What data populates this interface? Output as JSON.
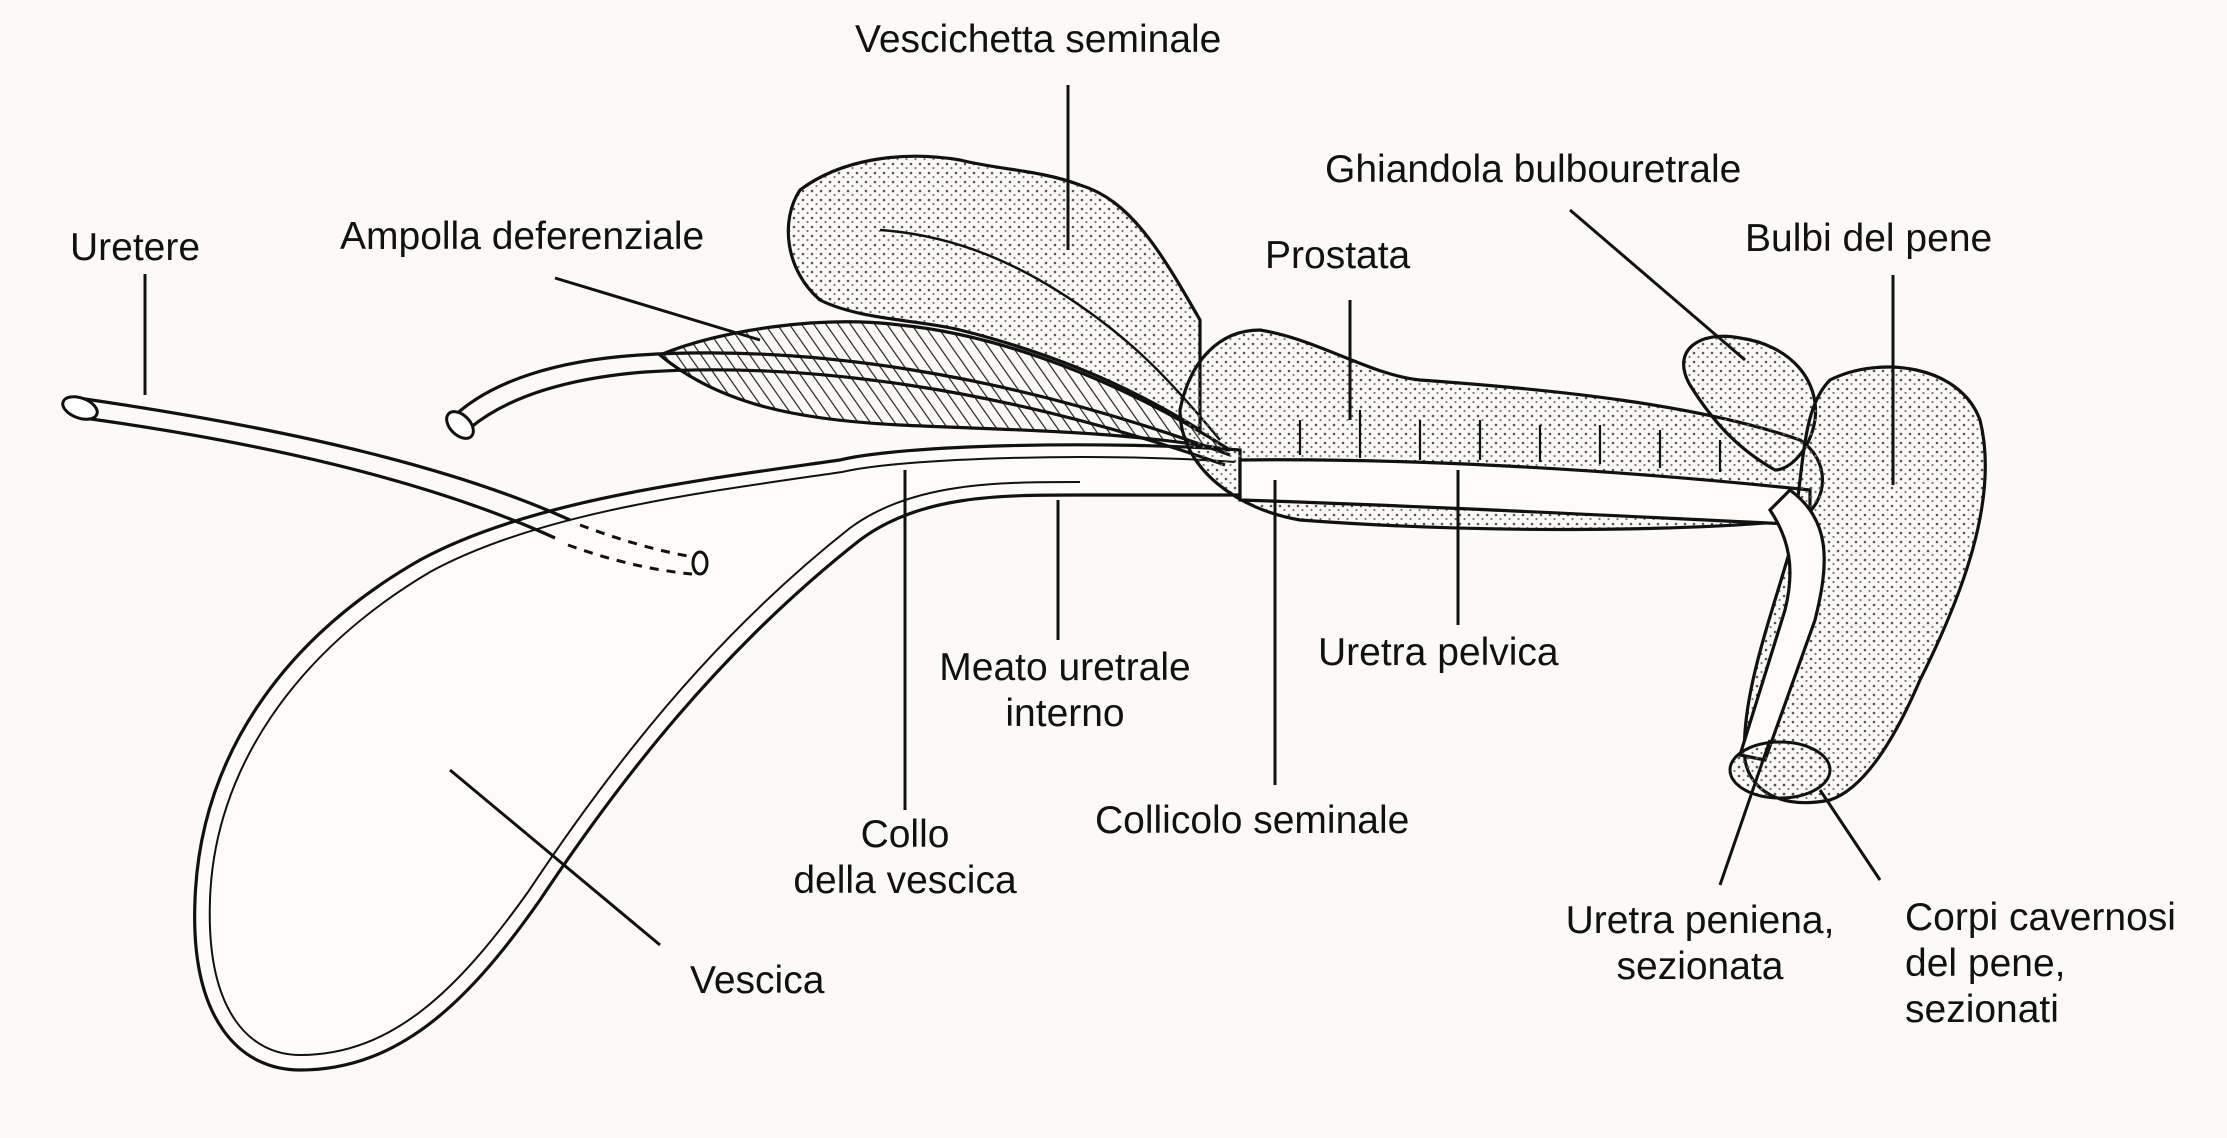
{
  "labels": {
    "uretere": "Uretere",
    "ampolla": "Ampolla deferenziale",
    "vescichetta": "Vescichetta seminale",
    "prostata": "Prostata",
    "ghiandola": "Ghiandola bulbouretrale",
    "bulbi": "Bulbi del pene",
    "meato_1": "Meato uretrale",
    "meato_2": "interno",
    "uretra_pelvica": "Uretra pelvica",
    "collicolo": "Collicolo seminale",
    "collo_1": "Collo",
    "collo_2": "della vescica",
    "vescica": "Vescica",
    "peniena_1": "Uretra peniena,",
    "peniena_2": "sezionata",
    "corpi_1": "Corpi cavernosi",
    "corpi_2": "del pene,",
    "corpi_3": "sezionati"
  },
  "colors": {
    "ink": "#111111",
    "paper": "#fbfaf7",
    "stipple": "#8a8a8a"
  }
}
